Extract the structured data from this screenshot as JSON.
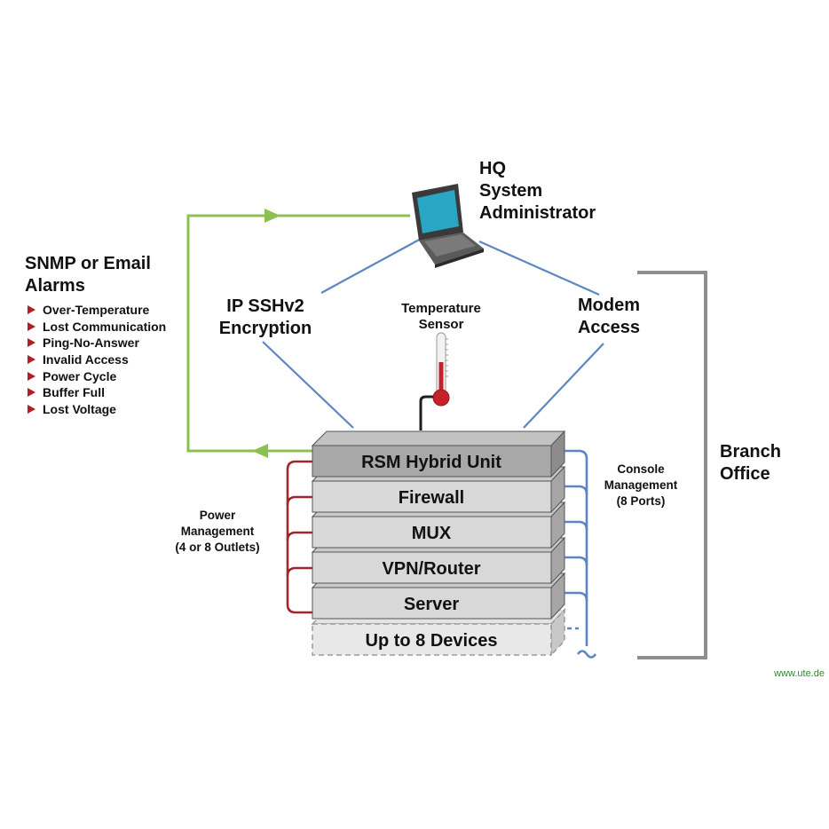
{
  "hq": {
    "lines": [
      "HQ",
      "System",
      "Administrator"
    ]
  },
  "snmp": {
    "title_lines": [
      "SNMP or Email",
      "Alarms"
    ],
    "items": [
      "Over-Temperature",
      "Lost Communication",
      "Ping-No-Answer",
      "Invalid Access",
      "Power Cycle",
      "Buffer Full",
      "Lost Voltage"
    ]
  },
  "ip_ssh": {
    "lines": [
      "IP SSHv2",
      "Encryption"
    ]
  },
  "temperature_sensor": {
    "lines": [
      "Temperature",
      "Sensor"
    ]
  },
  "modem_access": {
    "lines": [
      "Modem",
      "Access"
    ]
  },
  "branch_office": {
    "lines": [
      "Branch",
      "Office"
    ]
  },
  "console_management": {
    "lines": [
      "Console",
      "Management",
      "(8 Ports)"
    ]
  },
  "power_management": {
    "lines": [
      "Power",
      "Management",
      "(4 or 8 Outlets)"
    ]
  },
  "stack": [
    "RSM Hybrid Unit",
    "Firewall",
    "MUX",
    "VPN/Router",
    "Server",
    "Up to 8 Devices"
  ],
  "watermark": "www.ute.de",
  "colors": {
    "green_line": "#8cc152",
    "blue_line": "#5b86c0",
    "red_line": "#a1262d",
    "bracket": "#8f8f8f",
    "bullet": "#b0202a",
    "unit_top": "#c9c9c9",
    "unit_front": "#d8d8d8",
    "unit_side": "#a6a6a6",
    "rsm_front": "#a8a8a8"
  }
}
